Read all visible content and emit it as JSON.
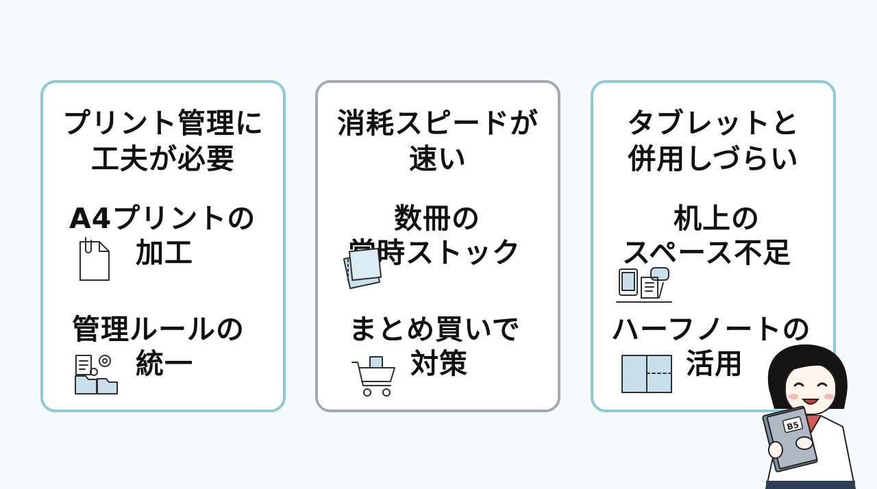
{
  "cards": [
    {
      "title": [
        "プリント管理に",
        "工夫が必要"
      ],
      "items": [
        {
          "lines": [
            "A4プリントの",
            "加工"
          ],
          "icon": "document-clip-icon"
        },
        {
          "lines": [
            "管理ルールの",
            "統一"
          ],
          "icon": "folder-gear-icon"
        }
      ]
    },
    {
      "title": [
        "消耗スピードが",
        "速い"
      ],
      "items": [
        {
          "lines": [
            "数冊の",
            "常時ストック"
          ],
          "icon": "notebook-stack-icon"
        },
        {
          "lines": [
            "まとめ買いで",
            "対策"
          ],
          "icon": "shopping-cart-icon"
        }
      ]
    },
    {
      "title": [
        "タブレットと",
        "併用しづらい"
      ],
      "items": [
        {
          "lines": [
            "机上の",
            "スペース不足"
          ],
          "icon": "desk-items-icon"
        },
        {
          "lines": [
            "ハーフノートの",
            "活用"
          ],
          "icon": "half-notebook-icon"
        }
      ]
    }
  ],
  "character": {
    "notebook_label": "B5"
  },
  "colors": {
    "background": "#f6fafc",
    "card_border_blue": "#8cc9dc",
    "card_border_gray": "#a7aaad",
    "icon_fill": "#c7e0ec"
  }
}
